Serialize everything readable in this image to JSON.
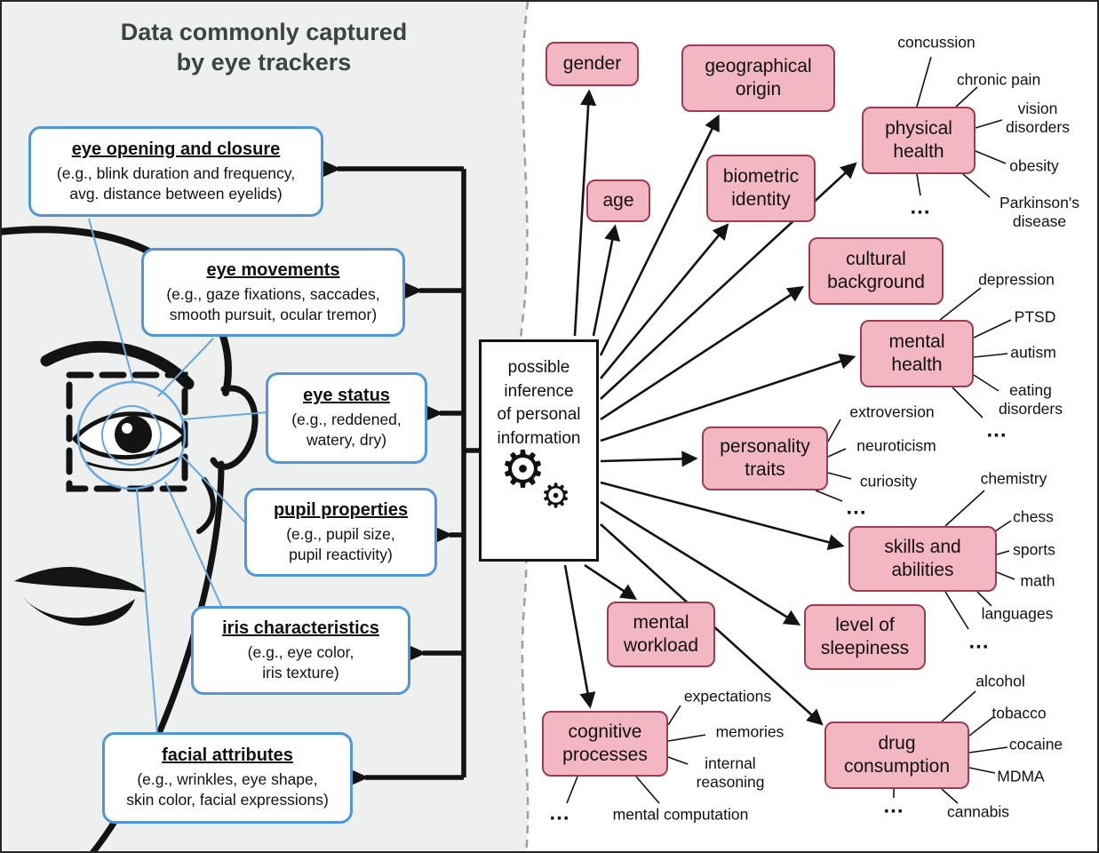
{
  "title": {
    "line1": "Data commonly captured",
    "line2": "by eye trackers"
  },
  "colors": {
    "left_bg": "#edf0ee",
    "blue_border": "#4f97d9",
    "pink_fill": "#f3b6c3",
    "pink_border": "#9c3b52",
    "ink": "#131313",
    "title_text": "#3a4442",
    "callout_blue": "#6aa7dd"
  },
  "captured": [
    {
      "title": "eye opening and closure",
      "desc": "(e.g., blink duration and frequency,\navg. distance between eyelids)"
    },
    {
      "title": "eye movements",
      "desc": "(e.g., gaze fixations, saccades,\nsmooth pursuit, ocular tremor)"
    },
    {
      "title": "eye status",
      "desc": "(e.g., reddened,\nwatery, dry)"
    },
    {
      "title": "pupil properties",
      "desc": "(e.g., pupil size,\npupil reactivity)"
    },
    {
      "title": "iris characteristics",
      "desc": "(e.g., eye color,\niris texture)"
    },
    {
      "title": "facial attributes",
      "desc": "(e.g., wrinkles, eye shape,\nskin color, facial expressions)"
    }
  ],
  "center": {
    "text": "possible\ninference\nof personal\ninformation",
    "icon": "gears-icon",
    "icon_glyph": "⚙"
  },
  "inferences": [
    {
      "label": "gender"
    },
    {
      "label": "age"
    },
    {
      "label": "geographical origin"
    },
    {
      "label": "biometric identity"
    },
    {
      "label": "physical health",
      "children": [
        "concussion",
        "chronic pain",
        "vision\ndisorders",
        "obesity",
        "Parkinson's\ndisease",
        "..."
      ]
    },
    {
      "label": "cultural background"
    },
    {
      "label": "mental health",
      "children": [
        "depression",
        "PTSD",
        "autism",
        "eating\ndisorders",
        "..."
      ]
    },
    {
      "label": "personality traits",
      "children": [
        "extroversion",
        "neuroticism",
        "curiosity",
        "..."
      ]
    },
    {
      "label": "skills and abilities",
      "children": [
        "chemistry",
        "chess",
        "sports",
        "math",
        "languages",
        "..."
      ]
    },
    {
      "label": "mental workload"
    },
    {
      "label": "level of sleepiness"
    },
    {
      "label": "cognitive processes",
      "children": [
        "expectations",
        "memories",
        "internal\nreasoning",
        "mental computation",
        "..."
      ]
    },
    {
      "label": "drug consumption",
      "children": [
        "alcohol",
        "tobacco",
        "cocaine",
        "MDMA",
        "cannabis",
        "..."
      ]
    }
  ]
}
